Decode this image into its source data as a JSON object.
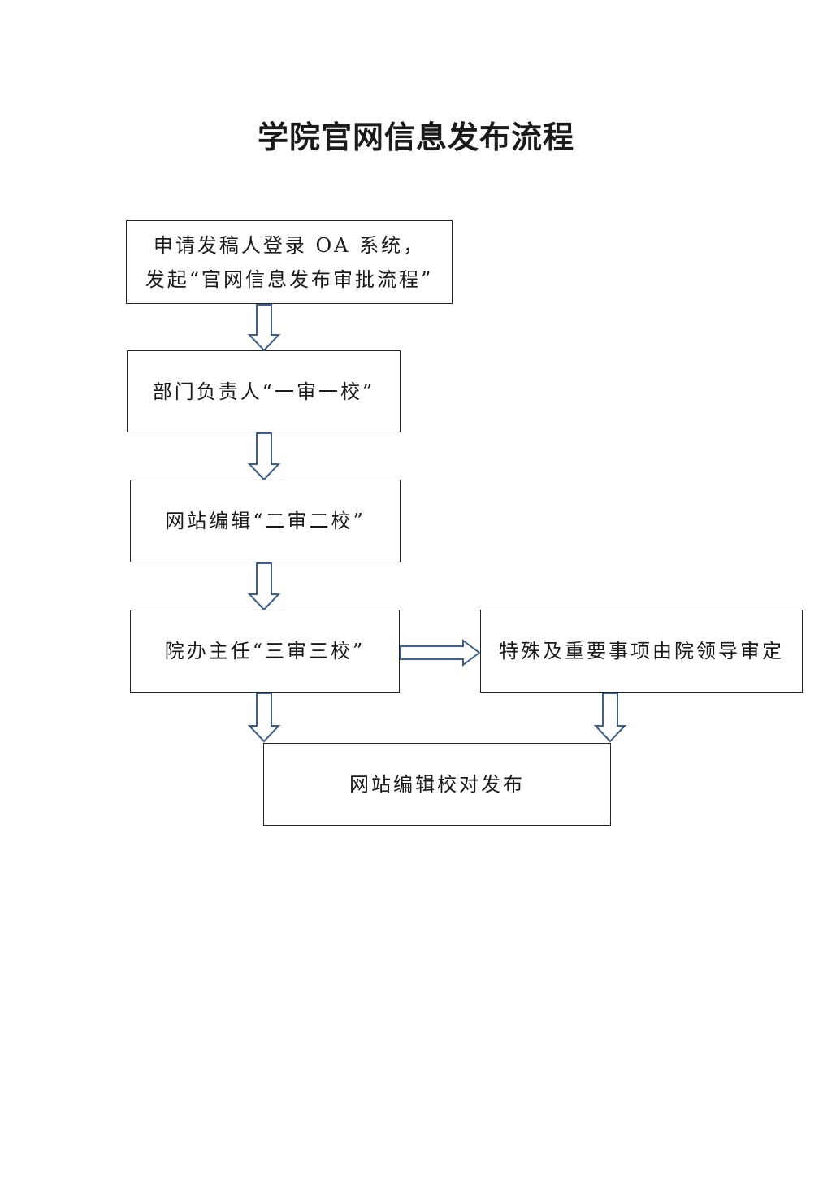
{
  "title": "学院官网信息发布流程",
  "steps": {
    "apply": {
      "line1": "申请发稿人登录 OA 系统，",
      "line2": "发起“官网信息发布审批流程”"
    },
    "review1": "部门负责人“一审一校”",
    "review2": "网站编辑“二审二校”",
    "review3": "院办主任“三审三校”",
    "special": "特殊及重要事项由院领导审定",
    "publish": "网站编辑校对发布"
  },
  "colors": {
    "arrow_stroke": "#3e5f8a",
    "box_border": "#222222"
  }
}
